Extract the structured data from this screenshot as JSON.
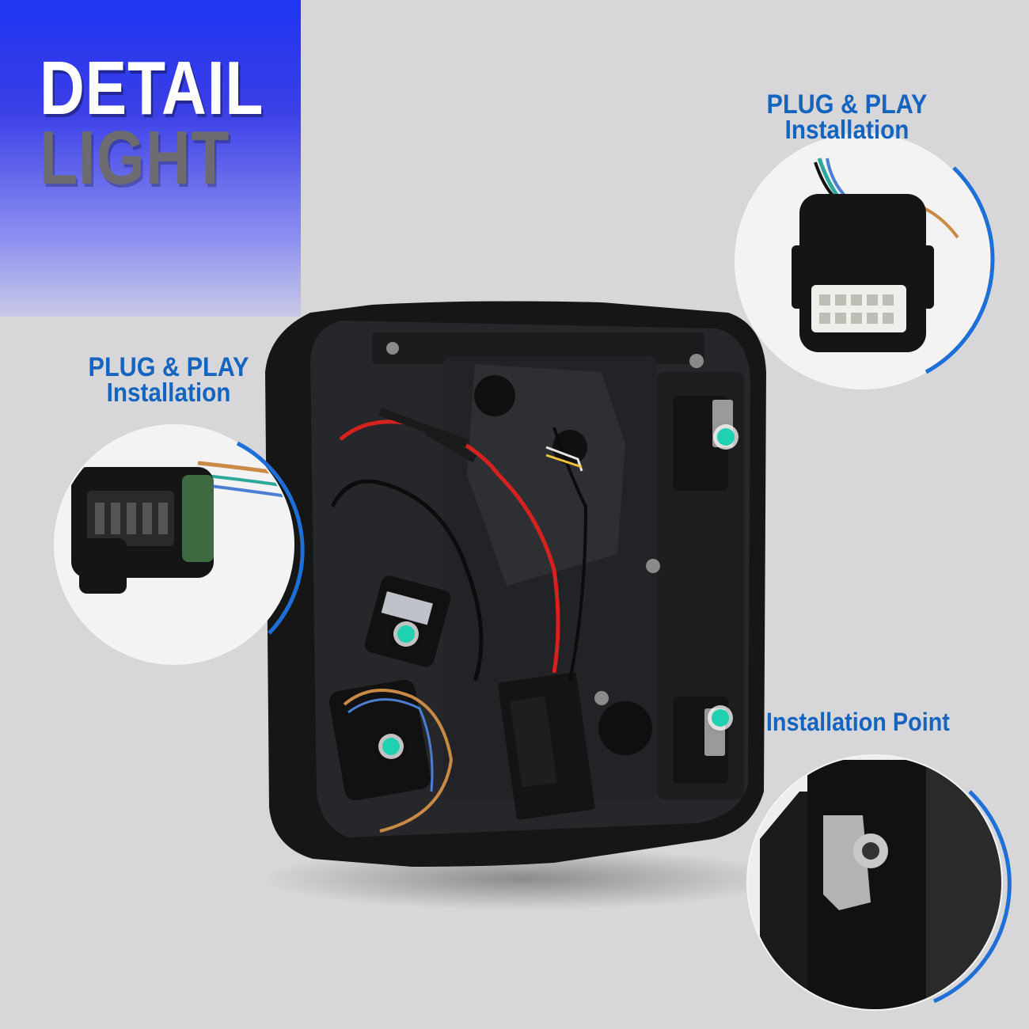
{
  "badge": {
    "line1": "DETAIL",
    "line2": "LIGHT"
  },
  "callouts": {
    "top_right": {
      "line1": "PLUG & PLAY",
      "line2": "Installation"
    },
    "left": {
      "line1": "PLUG & PLAY",
      "line2": "Installation"
    },
    "bottom_right": {
      "text": "Installation Point"
    }
  },
  "colors": {
    "accent_blue": "#1565c0",
    "panel_blue": "#1f35f2",
    "marker_teal": "#1fd1b0",
    "circle_border": "#1e6fd8"
  }
}
